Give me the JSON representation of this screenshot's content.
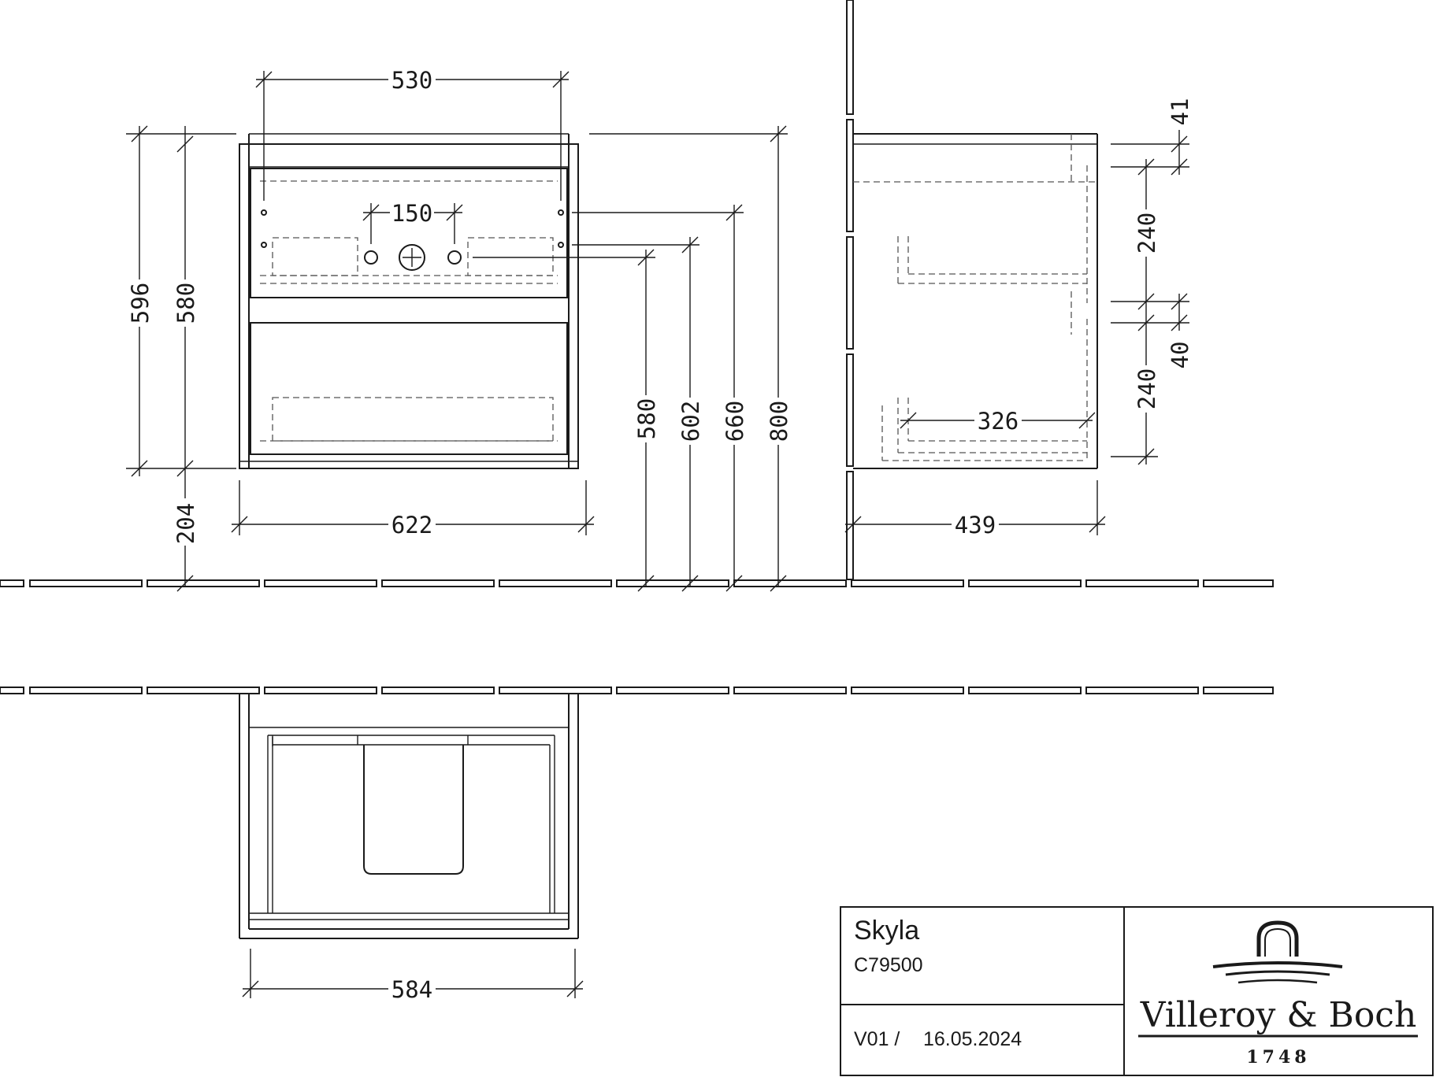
{
  "dimensions": {
    "front_top_width": "530",
    "front_hole_spacing": "150",
    "front_total_height": "596",
    "front_body_height": "580",
    "front_floor_gap": "204",
    "front_width": "622",
    "right_580": "580",
    "right_602": "602",
    "right_660": "660",
    "right_800": "800",
    "side_top": "41",
    "side_drawer1": "240",
    "side_gap": "40",
    "side_drawer2": "240",
    "side_inner_depth": "326",
    "side_depth": "439",
    "plan_width": "584"
  },
  "title_block": {
    "product_name": "Skyla",
    "product_code": "C79500",
    "version": "V01 /",
    "date": "16.05.2024"
  },
  "logo": {
    "icon": "villeroy-boch-fountain-icon",
    "brand": "Villeroy & Boch",
    "year": "1748"
  }
}
